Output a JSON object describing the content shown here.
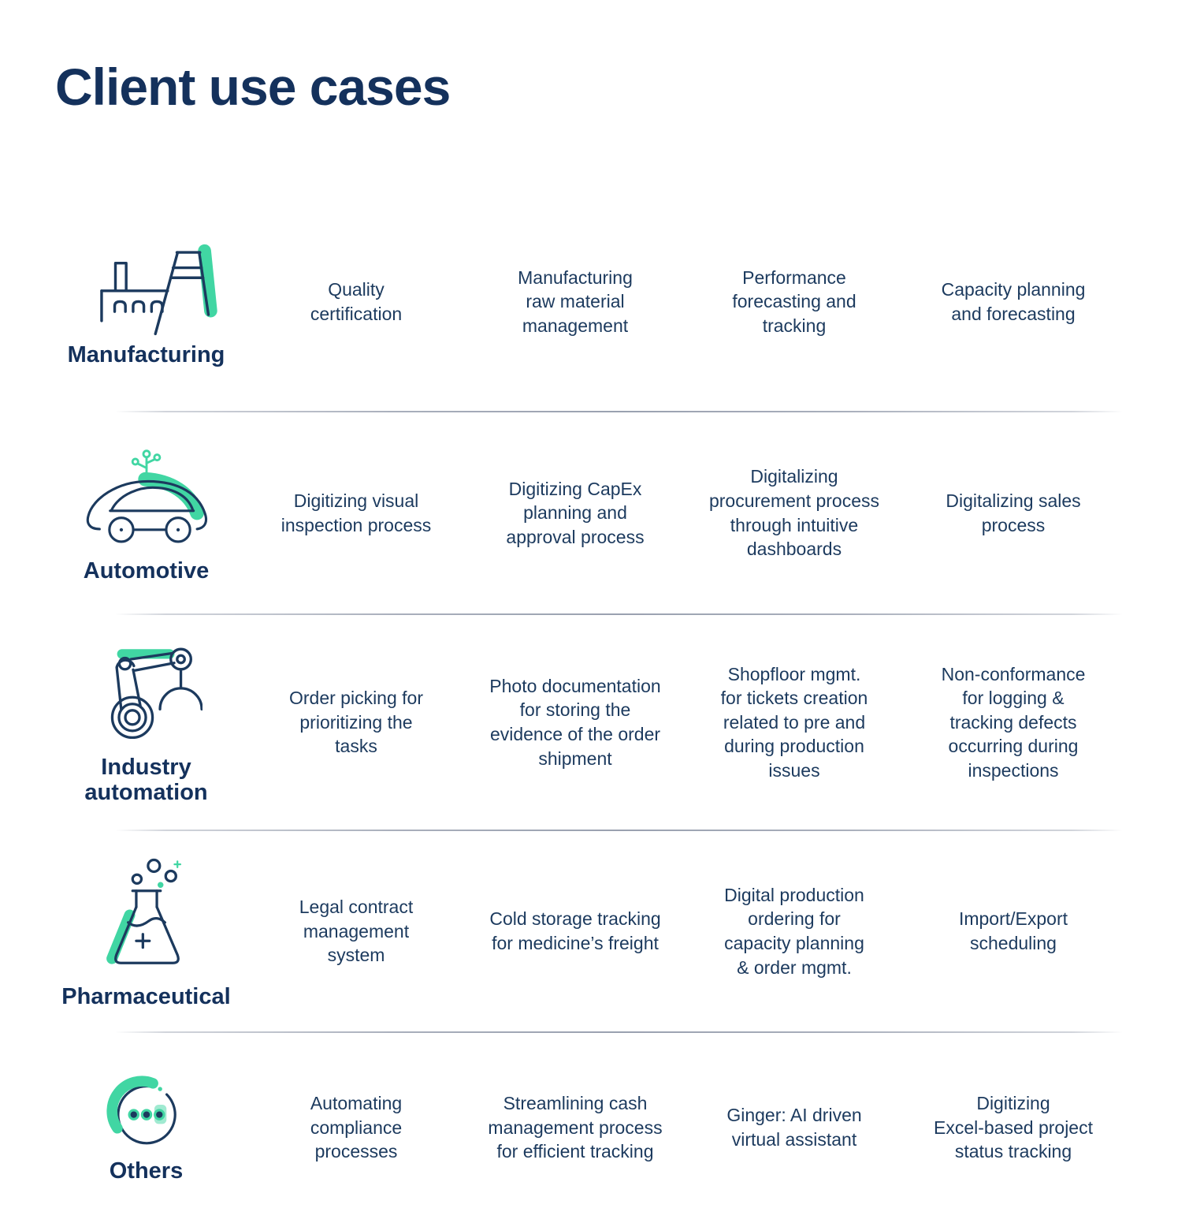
{
  "page": {
    "title": "Client use cases"
  },
  "colors": {
    "navy_text": "#1c3a5e",
    "title": "#14315c",
    "accent_green": "#41d6a3",
    "divider_gray": "#9aa1b0"
  },
  "rows": [
    {
      "label": "Manufacturing",
      "icon": "factory-icon",
      "cases": [
        "Quality\ncertification",
        "Manufacturing\nraw material\nmanagement",
        "Performance\nforecasting and\ntracking",
        "Capacity planning\nand forecasting"
      ]
    },
    {
      "label": "Automotive",
      "icon": "connected-car-icon",
      "cases": [
        "Digitizing visual\ninspection process",
        "Digitizing CapEx\nplanning and\napproval process",
        "Digitalizing\nprocurement process\nthrough intuitive\ndashboards",
        "Digitalizing sales\nprocess"
      ]
    },
    {
      "label": "Industry\nautomation",
      "icon": "robot-arm-icon",
      "cases": [
        "Order picking for\nprioritizing the\ntasks",
        "Photo documentation\nfor storing the\nevidence of the order\nshipment",
        "Shopfloor mgmt.\nfor tickets creation\nrelated to pre and\nduring production\nissues",
        "Non-conformance\nfor logging &\ntracking defects\noccurring during\ninspections"
      ]
    },
    {
      "label": "Pharmaceutical",
      "icon": "lab-flask-icon",
      "cases": [
        "Legal contract\nmanagement\nsystem",
        "Cold storage tracking\nfor medicine’s freight",
        "Digital production\nordering for\ncapacity planning\n& order mgmt.",
        "Import/Export\nscheduling"
      ]
    },
    {
      "label": "Others",
      "icon": "chat-dots-icon",
      "cases": [
        "Automating\ncompliance\nprocesses",
        "Streamlining cash\nmanagement process\nfor efficient tracking",
        "Ginger: AI driven\nvirtual assistant",
        "Digitizing\nExcel-based project\nstatus tracking"
      ]
    }
  ]
}
